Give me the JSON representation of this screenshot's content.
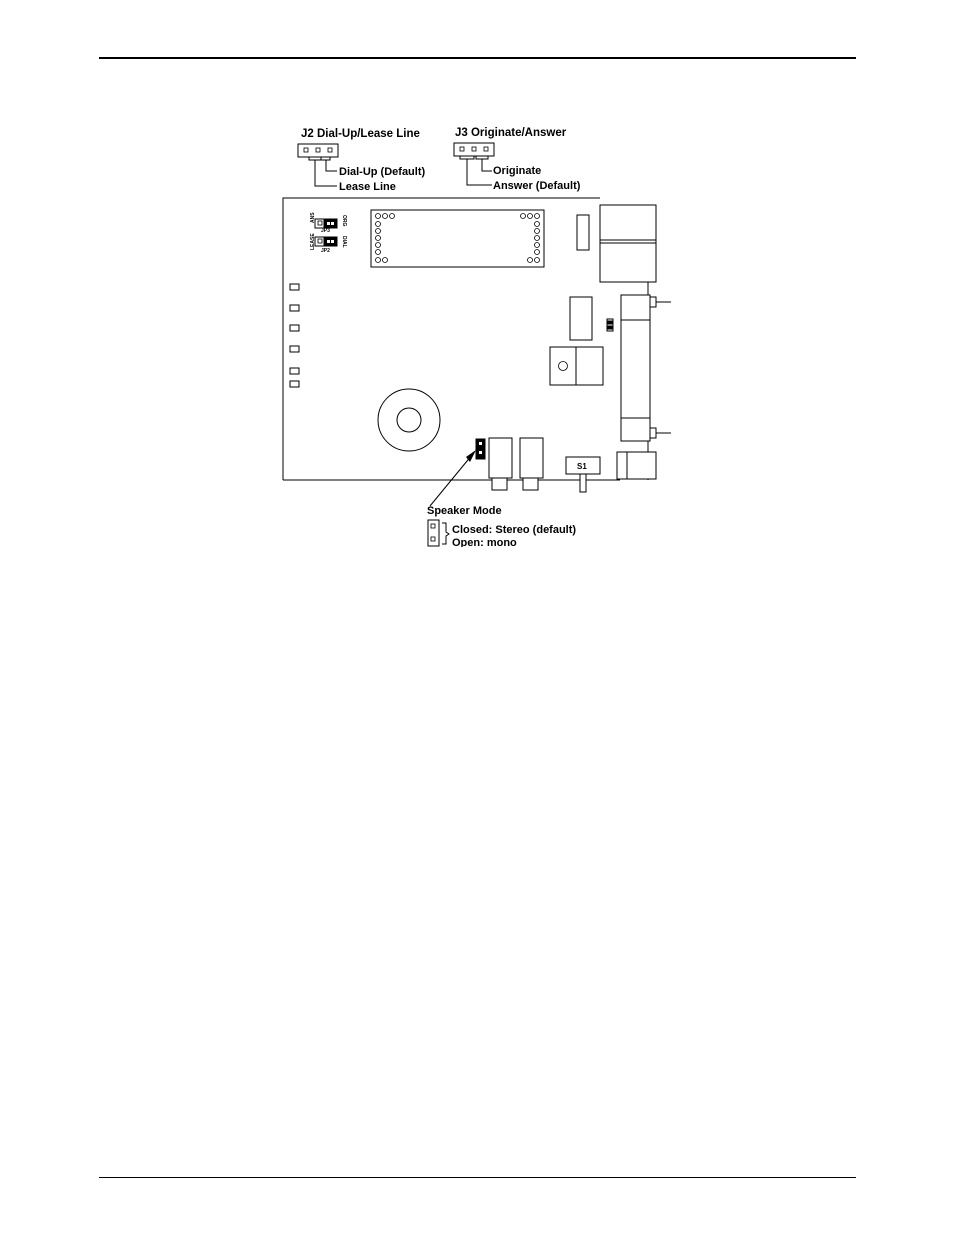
{
  "header_rule": true,
  "figure": {
    "j2": {
      "title": "J2 Dial-Up/Lease Line",
      "option_dialup": "Dial-Up (Default)",
      "option_lease": "Lease Line"
    },
    "j3": {
      "title": "J3 Originate/Answer",
      "option_originate": "Originate",
      "option_answer": "Answer (Default)"
    },
    "board_labels": {
      "ans": "ANS",
      "org": "ORG",
      "j3": "JP3",
      "lease": "LEASE",
      "dial": "DIAL",
      "j2": "JP2",
      "switch": "S1"
    },
    "speaker": {
      "title": "Speaker Mode",
      "closed": "Closed: Stereo (default)",
      "open": "Open: mono"
    }
  }
}
